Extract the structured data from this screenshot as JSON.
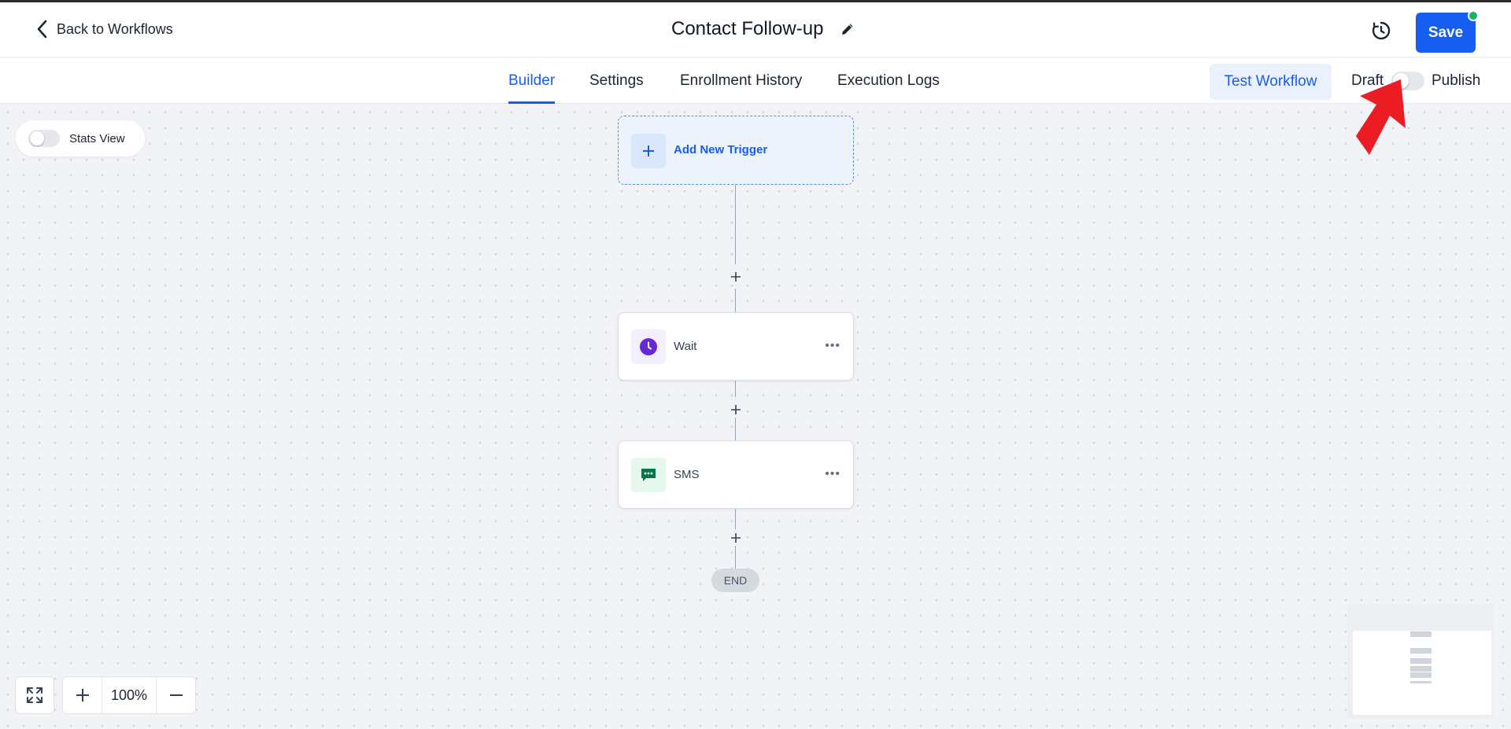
{
  "header": {
    "back_label": "Back to Workflows",
    "title": "Contact Follow-up",
    "save_label": "Save",
    "colors": {
      "accent": "#155eef",
      "save_status": "#17b26a"
    }
  },
  "tabs": [
    {
      "label": "Builder",
      "active": true
    },
    {
      "label": "Settings",
      "active": false
    },
    {
      "label": "Enrollment History",
      "active": false
    },
    {
      "label": "Execution Logs",
      "active": false
    }
  ],
  "actions": {
    "test_label": "Test Workflow",
    "draft_label": "Draft",
    "publish_label": "Publish",
    "published": false
  },
  "canvas": {
    "stats_label": "Stats View",
    "stats_enabled": false,
    "trigger_label": "Add New Trigger",
    "nodes": [
      {
        "label": "Wait",
        "icon": "clock-icon",
        "color": "#6927da"
      },
      {
        "label": "SMS",
        "icon": "message-icon",
        "color": "#067647"
      }
    ],
    "end_label": "END"
  },
  "zoom": {
    "value": "100%"
  },
  "annotation": {
    "icon": "red-arrow-icon",
    "color": "#ec1c24"
  }
}
